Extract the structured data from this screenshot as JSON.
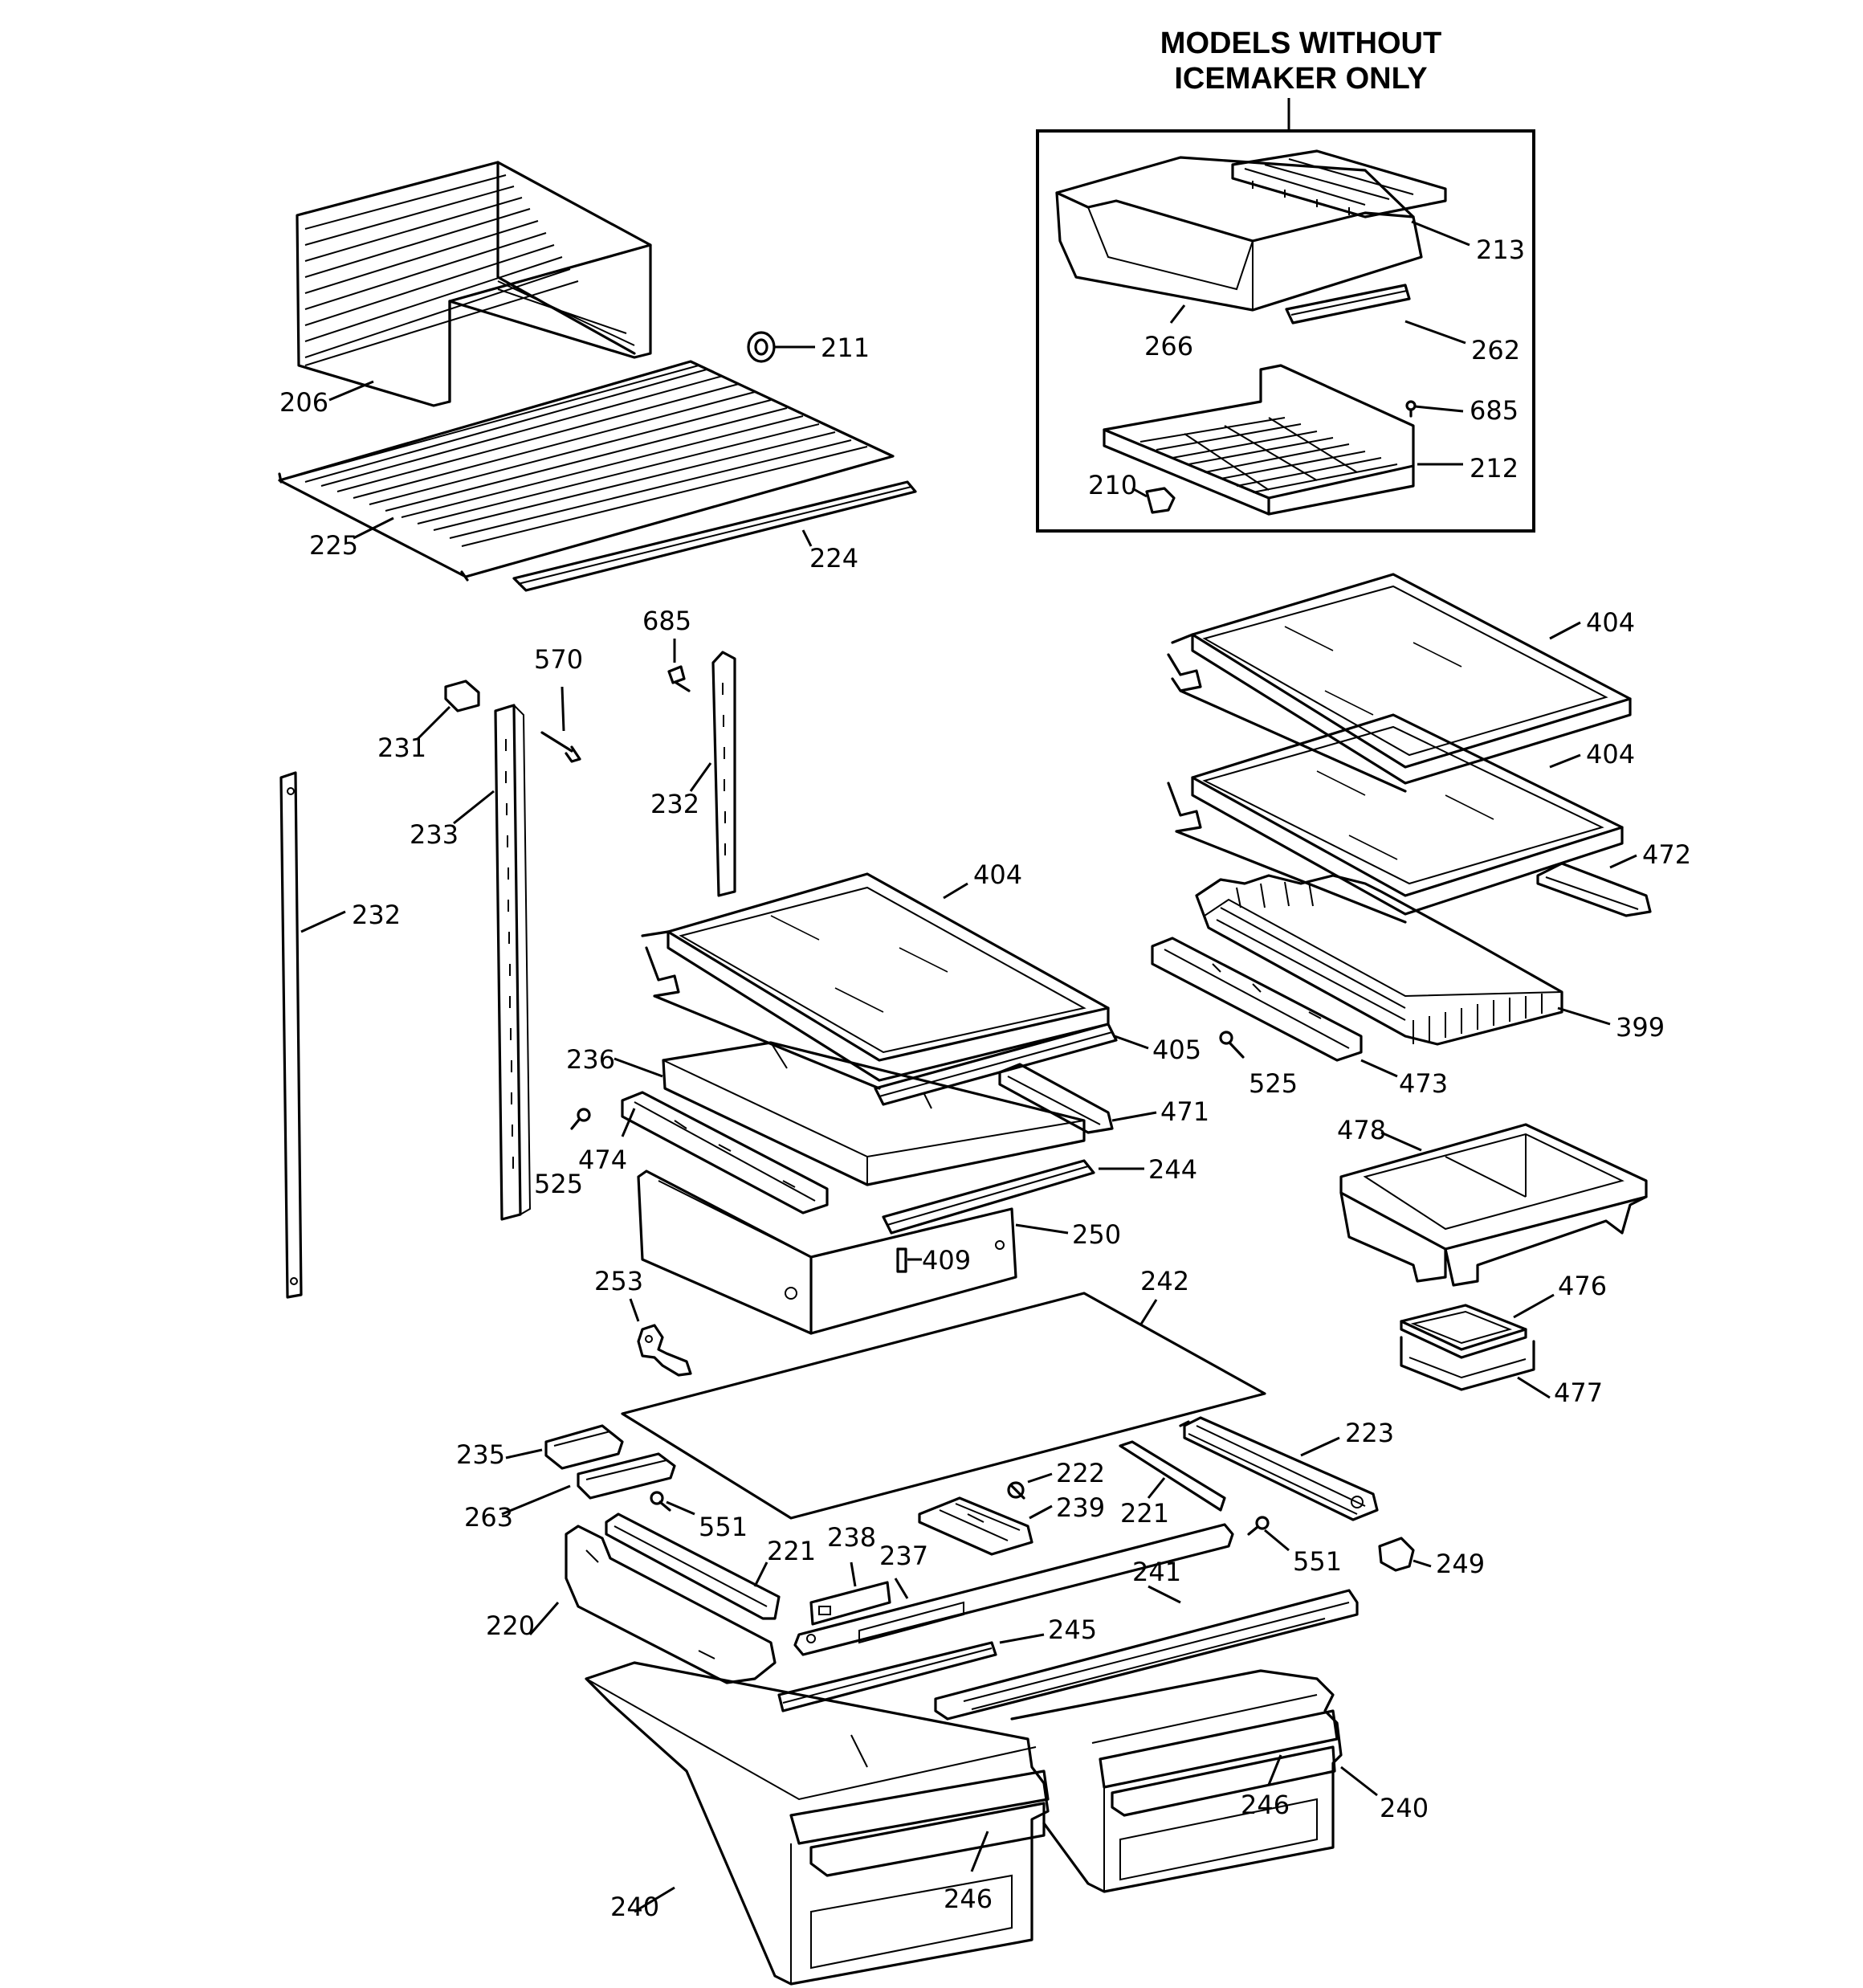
{
  "inset": {
    "title_line1": "MODELS WITHOUT",
    "title_line2": "ICEMAKER ONLY"
  },
  "callouts": [
    "213",
    "266",
    "262",
    "685",
    "212",
    "210",
    "211",
    "206",
    "225",
    "224",
    "685",
    "570",
    "231",
    "233",
    "232",
    "232",
    "404",
    "404",
    "472",
    "399",
    "473",
    "525",
    "404",
    "405",
    "236",
    "471",
    "474",
    "525",
    "244",
    "250",
    "409",
    "478",
    "476",
    "477",
    "253",
    "242",
    "223",
    "235",
    "222",
    "263",
    "239",
    "221",
    "551",
    "551",
    "249",
    "221",
    "238",
    "237",
    "220",
    "241",
    "245",
    "246",
    "240",
    "246",
    "240"
  ]
}
